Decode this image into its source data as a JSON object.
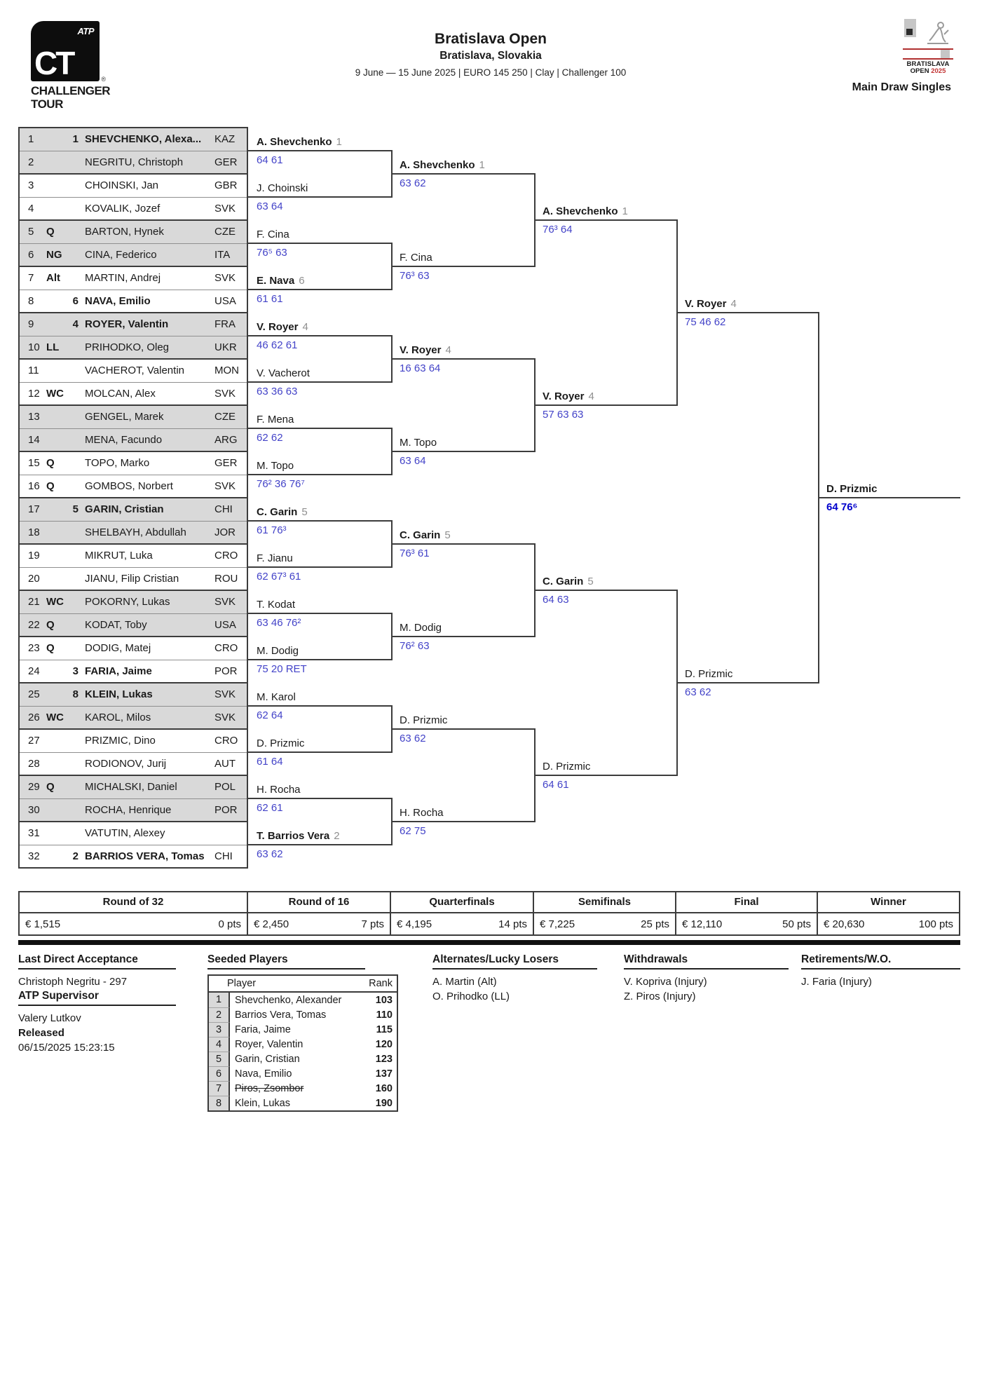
{
  "header": {
    "atp_logo": {
      "atp": "ATP",
      "letters": "CT",
      "line1": "CHALLENGER",
      "line2": "TOUR",
      "reg": "®"
    },
    "title": "Bratislava Open",
    "subtitle": "Bratislava, Slovakia",
    "details": "9 June — 15 June 2025 | EURO 145 250 | Clay | Challenger 100",
    "event_logo": {
      "line1": "BRATISLAVA",
      "line2": "OPEN",
      "year": "2025"
    },
    "draw_label": "Main Draw Singles"
  },
  "colors": {
    "score": "#4343c8",
    "winner_score": "#0000cc",
    "shaded_row": "#d9d9d9",
    "line": "#3c3c3c",
    "logo_red": "#b03030"
  },
  "draw": {
    "rows": [
      {
        "pos": "1",
        "status": "",
        "seed": "1",
        "name": "SHEVCHENKO, Alexa...",
        "country": "KAZ"
      },
      {
        "pos": "2",
        "status": "",
        "seed": "",
        "name": "NEGRITU, Christoph",
        "country": "GER"
      },
      {
        "pos": "3",
        "status": "",
        "seed": "",
        "name": "CHOINSKI, Jan",
        "country": "GBR"
      },
      {
        "pos": "4",
        "status": "",
        "seed": "",
        "name": "KOVALIK, Jozef",
        "country": "SVK"
      },
      {
        "pos": "5",
        "status": "Q",
        "seed": "",
        "name": "BARTON, Hynek",
        "country": "CZE"
      },
      {
        "pos": "6",
        "status": "NG",
        "seed": "",
        "name": "CINA, Federico",
        "country": "ITA"
      },
      {
        "pos": "7",
        "status": "Alt",
        "seed": "",
        "name": "MARTIN, Andrej",
        "country": "SVK"
      },
      {
        "pos": "8",
        "status": "",
        "seed": "6",
        "name": "NAVA, Emilio",
        "country": "USA"
      },
      {
        "pos": "9",
        "status": "",
        "seed": "4",
        "name": "ROYER, Valentin",
        "country": "FRA"
      },
      {
        "pos": "10",
        "status": "LL",
        "seed": "",
        "name": "PRIHODKO, Oleg",
        "country": "UKR"
      },
      {
        "pos": "11",
        "status": "",
        "seed": "",
        "name": "VACHEROT, Valentin",
        "country": "MON"
      },
      {
        "pos": "12",
        "status": "WC",
        "seed": "",
        "name": "MOLCAN, Alex",
        "country": "SVK"
      },
      {
        "pos": "13",
        "status": "",
        "seed": "",
        "name": "GENGEL, Marek",
        "country": "CZE"
      },
      {
        "pos": "14",
        "status": "",
        "seed": "",
        "name": "MENA, Facundo",
        "country": "ARG"
      },
      {
        "pos": "15",
        "status": "Q",
        "seed": "",
        "name": "TOPO, Marko",
        "country": "GER"
      },
      {
        "pos": "16",
        "status": "Q",
        "seed": "",
        "name": "GOMBOS, Norbert",
        "country": "SVK"
      },
      {
        "pos": "17",
        "status": "",
        "seed": "5",
        "name": "GARIN, Cristian",
        "country": "CHI"
      },
      {
        "pos": "18",
        "status": "",
        "seed": "",
        "name": "SHELBAYH, Abdullah",
        "country": "JOR"
      },
      {
        "pos": "19",
        "status": "",
        "seed": "",
        "name": "MIKRUT, Luka",
        "country": "CRO"
      },
      {
        "pos": "20",
        "status": "",
        "seed": "",
        "name": "JIANU, Filip Cristian",
        "country": "ROU"
      },
      {
        "pos": "21",
        "status": "WC",
        "seed": "",
        "name": "POKORNY, Lukas",
        "country": "SVK"
      },
      {
        "pos": "22",
        "status": "Q",
        "seed": "",
        "name": "KODAT, Toby",
        "country": "USA"
      },
      {
        "pos": "23",
        "status": "Q",
        "seed": "",
        "name": "DODIG, Matej",
        "country": "CRO"
      },
      {
        "pos": "24",
        "status": "",
        "seed": "3",
        "name": "FARIA, Jaime",
        "country": "POR"
      },
      {
        "pos": "25",
        "status": "",
        "seed": "8",
        "name": "KLEIN, Lukas",
        "country": "SVK"
      },
      {
        "pos": "26",
        "status": "WC",
        "seed": "",
        "name": "KAROL, Milos",
        "country": "SVK"
      },
      {
        "pos": "27",
        "status": "",
        "seed": "",
        "name": "PRIZMIC, Dino",
        "country": "CRO"
      },
      {
        "pos": "28",
        "status": "",
        "seed": "",
        "name": "RODIONOV, Jurij",
        "country": "AUT"
      },
      {
        "pos": "29",
        "status": "Q",
        "seed": "",
        "name": "MICHALSKI, Daniel",
        "country": "POL"
      },
      {
        "pos": "30",
        "status": "",
        "seed": "",
        "name": "ROCHA, Henrique",
        "country": "POR"
      },
      {
        "pos": "31",
        "status": "",
        "seed": "",
        "name": "VATUTIN, Alexey",
        "country": ""
      },
      {
        "pos": "32",
        "status": "",
        "seed": "2",
        "name": "BARRIOS VERA, Tomas",
        "country": "CHI"
      }
    ],
    "r32": [
      {
        "name": "A. Shevchenko",
        "seed": "1",
        "score": "64 61"
      },
      {
        "name": "J. Choinski",
        "seed": "",
        "score": "63 64"
      },
      {
        "name": "F. Cina",
        "seed": "",
        "score": "76⁵ 63"
      },
      {
        "name": "E. Nava",
        "seed": "6",
        "score": "61 61"
      },
      {
        "name": "V. Royer",
        "seed": "4",
        "score": "46 62 61"
      },
      {
        "name": "V. Vacherot",
        "seed": "",
        "score": "63 36 63"
      },
      {
        "name": "F. Mena",
        "seed": "",
        "score": "62 62"
      },
      {
        "name": "M. Topo",
        "seed": "",
        "score": "76² 36 76⁷"
      },
      {
        "name": "C. Garin",
        "seed": "5",
        "score": "61 76³"
      },
      {
        "name": "F. Jianu",
        "seed": "",
        "score": "62 67³ 61"
      },
      {
        "name": "T. Kodat",
        "seed": "",
        "score": "63 46 76²"
      },
      {
        "name": "M. Dodig",
        "seed": "",
        "score": "75 20 RET"
      },
      {
        "name": "M. Karol",
        "seed": "",
        "score": "62 64"
      },
      {
        "name": "D. Prizmic",
        "seed": "",
        "score": "61 64"
      },
      {
        "name": "H. Rocha",
        "seed": "",
        "score": "62 61"
      },
      {
        "name": "T. Barrios Vera",
        "seed": "2",
        "score": "63 62"
      }
    ],
    "r16": [
      {
        "name": "A. Shevchenko",
        "seed": "1",
        "score": "63 62"
      },
      {
        "name": "F. Cina",
        "seed": "",
        "score": "76³ 63"
      },
      {
        "name": "V. Royer",
        "seed": "4",
        "score": "16 63 64"
      },
      {
        "name": "M. Topo",
        "seed": "",
        "score": "63 64"
      },
      {
        "name": "C. Garin",
        "seed": "5",
        "score": "76³ 61"
      },
      {
        "name": "M. Dodig",
        "seed": "",
        "score": "76² 63"
      },
      {
        "name": "D. Prizmic",
        "seed": "",
        "score": "63 62"
      },
      {
        "name": "H. Rocha",
        "seed": "",
        "score": "62 75"
      }
    ],
    "qf": [
      {
        "name": "A. Shevchenko",
        "seed": "1",
        "score": "76³ 64"
      },
      {
        "name": "V. Royer",
        "seed": "4",
        "score": "57 63 63"
      },
      {
        "name": "C. Garin",
        "seed": "5",
        "score": "64 63"
      },
      {
        "name": "D. Prizmic",
        "seed": "",
        "score": "64 61"
      }
    ],
    "sf": [
      {
        "name": "V. Royer",
        "seed": "4",
        "score": "75 46 62"
      },
      {
        "name": "D. Prizmic",
        "seed": "",
        "score": "63 62"
      }
    ],
    "final": {
      "name": "D. Prizmic",
      "seed": "",
      "score": "64 76⁶"
    }
  },
  "points_table": {
    "columns": [
      {
        "round": "Round of 32",
        "prize": "€ 1,515",
        "points": "0 pts"
      },
      {
        "round": "Round of 16",
        "prize": "€ 2,450",
        "points": "7 pts"
      },
      {
        "round": "Quarterfinals",
        "prize": "€ 4,195",
        "points": "14 pts"
      },
      {
        "round": "Semifinals",
        "prize": "€ 7,225",
        "points": "25 pts"
      },
      {
        "round": "Final",
        "prize": "€ 12,110",
        "points": "50 pts"
      },
      {
        "round": "Winner",
        "prize": "€ 20,630",
        "points": "100 pts"
      }
    ]
  },
  "footer": {
    "last_direct_acceptance": {
      "title": "Last Direct Acceptance",
      "value": "Christoph Negritu - 297"
    },
    "supervisor": {
      "title": "ATP Supervisor",
      "name": "Valery Lutkov",
      "released_label": "Released",
      "released_at": "06/15/2025 15:23:15"
    },
    "seeded_players": {
      "title": "Seeded Players",
      "player_header": "Player",
      "rank_header": "Rank",
      "rows": [
        {
          "seed": "1",
          "name": "Shevchenko, Alexander",
          "rank": "103"
        },
        {
          "seed": "2",
          "name": "Barrios Vera, Tomas",
          "rank": "110"
        },
        {
          "seed": "3",
          "name": "Faria, Jaime",
          "rank": "115"
        },
        {
          "seed": "4",
          "name": "Royer, Valentin",
          "rank": "120"
        },
        {
          "seed": "5",
          "name": "Garin, Cristian",
          "rank": "123"
        },
        {
          "seed": "6",
          "name": "Nava, Emilio",
          "rank": "137"
        },
        {
          "seed": "7",
          "name": "Piros, Zsombor",
          "rank": "160"
        },
        {
          "seed": "8",
          "name": "Klein, Lukas",
          "rank": "190"
        }
      ]
    },
    "alternates": {
      "title": "Alternates/Lucky Losers",
      "items": [
        "A. Martin (Alt)",
        "O. Prihodko (LL)"
      ]
    },
    "withdrawals": {
      "title": "Withdrawals",
      "items": [
        "V. Kopriva (Injury)",
        "Z. Piros (Injury)"
      ]
    },
    "retirements": {
      "title": "Retirements/W.O.",
      "items": [
        "J. Faria (Injury)"
      ]
    }
  }
}
